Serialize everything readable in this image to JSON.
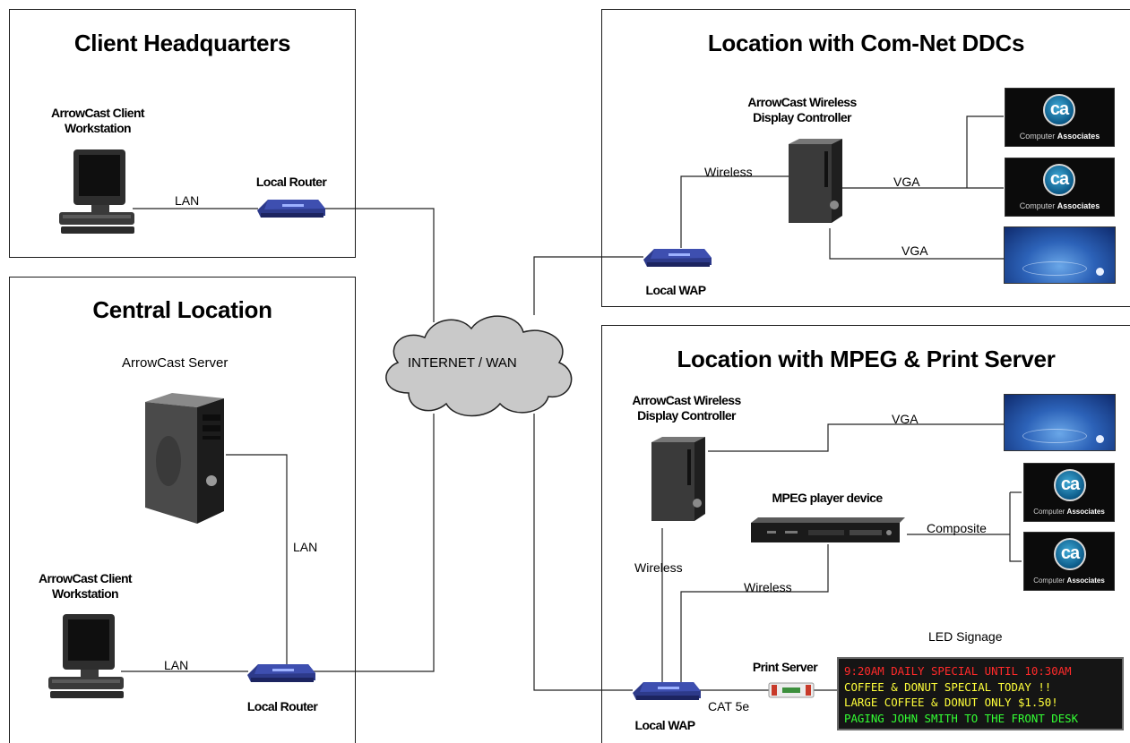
{
  "panels": {
    "client_hq": {
      "title": "Client Headquarters"
    },
    "central": {
      "title": "Central Location"
    },
    "comnet": {
      "title": "Location with Com-Net DDCs"
    },
    "mpeg": {
      "title": "Location with MPEG & Print Server"
    }
  },
  "labels": {
    "client_workstation_1": [
      "ArrowCast Client",
      "Workstation"
    ],
    "client_workstation_2": [
      "ArrowCast Client",
      "Workstation"
    ],
    "local_router": "Local Router",
    "local_router_2": "Local Router",
    "arrowcast_server": "ArrowCast Server",
    "lan": "LAN",
    "internet": "INTERNET / WAN",
    "local_wap": "Local WAP",
    "local_wap_2": "Local WAP",
    "wireless_controller": [
      "ArrowCast Wireless",
      "Display Controller"
    ],
    "wireless_controller_2": [
      "ArrowCast Wireless",
      "Display Controller"
    ],
    "wireless": "Wireless",
    "vga": "VGA",
    "mpeg_player": "MPEG player device",
    "composite": "Composite",
    "led_signage": "LED Signage",
    "print_server": "Print Server",
    "cat5e": "CAT 5e"
  },
  "screens": {
    "ca_name": "Computer",
    "ca_name_bold": "Associates",
    "ca_logo": "ca"
  },
  "led_sign": {
    "lines": [
      {
        "text": "9:20AM DAILY SPECIAL UNTIL 10:30AM",
        "color": "#ff2a2a"
      },
      {
        "text": "COFFEE & DONUT SPECIAL TODAY !!",
        "color": "#ffff3a"
      },
      {
        "text": "LARGE COFFEE & DONUT ONLY $1.50!",
        "color": "#ffff3a"
      },
      {
        "text": "PAGING JOHN SMITH TO THE FRONT DESK",
        "color": "#33ff33"
      }
    ]
  },
  "icons": {
    "workstation": "computer-monitor-icon",
    "router": "router-icon",
    "server": "tower-server-icon",
    "cloud": "cloud-icon",
    "controller": "display-controller-icon",
    "mpeg": "mpeg-player-icon",
    "print_server": "print-server-icon"
  }
}
